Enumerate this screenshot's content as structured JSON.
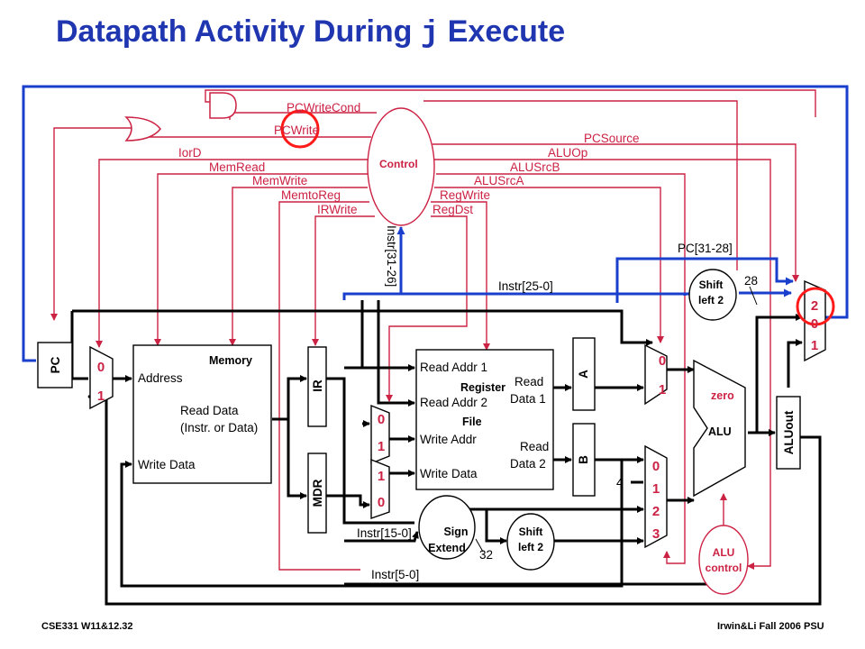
{
  "title": {
    "before": "Datapath Activity During ",
    "code": "j",
    "after": " Execute"
  },
  "colors": {
    "title": "#1f36b0",
    "control": "#cc2244",
    "active": "#1a3fcc",
    "datapath": "#000000"
  },
  "control": {
    "label": "Control",
    "signals": {
      "pcwritecond": "PCWriteCond",
      "pcwrite": "PCWrite",
      "iord": "IorD",
      "memread": "MemRead",
      "memwrite": "MemWrite",
      "memtoreg": "MemtoReg",
      "irwrite": "IRWrite",
      "pcsource": "PCSource",
      "aluop": "ALUOp",
      "alusrcb": "ALUSrcB",
      "alusrca": "ALUSrcA",
      "regwrite": "RegWrite",
      "regdst": "RegDst"
    }
  },
  "blocks": {
    "pc": "PC",
    "memory": {
      "title": "Memory",
      "address": "Address",
      "read_data": "Read Data",
      "read_data_sub": "(Instr. or Data)",
      "write_data": "Write Data"
    },
    "ir": "IR",
    "mdr": "MDR",
    "regfile": {
      "read_addr1": "Read Addr 1",
      "register": "Register",
      "read_addr2": "Read Addr 2",
      "file": "File",
      "write_addr": "Write Addr",
      "write_data": "Write Data",
      "read_data1_a": "Read",
      "read_data1_b": "Data 1",
      "read_data2_a": "Read",
      "read_data2_b": "Data 2"
    },
    "a": "A",
    "b": "B",
    "alu": "ALU",
    "zero": "zero",
    "aluout": "ALUout",
    "alu_control": {
      "line1": "ALU",
      "line2": "control"
    },
    "sign_extend": {
      "line1": "Sign",
      "line2": "Extend"
    },
    "shift_left_bottom": {
      "line1": "Shift",
      "line2": "left 2"
    },
    "shift_left_top": {
      "line1": "Shift",
      "line2": "left 2"
    }
  },
  "mux_labels": {
    "pc_mux": [
      "0",
      "1"
    ],
    "regdst_mux": [
      "0",
      "1"
    ],
    "memtoreg_mux": [
      "1",
      "0"
    ],
    "alusrca_mux": [
      "0",
      "1"
    ],
    "alusrcb_mux": [
      "0",
      "1",
      "2",
      "3"
    ],
    "pcsource_mux": [
      "2",
      "0",
      "1"
    ]
  },
  "wire_labels": {
    "instr_31_26": "Instr[31-26]",
    "instr_25_0": "Instr[25-0]",
    "pc_31_28": "PC[31-28]",
    "bits_28": "28",
    "instr_15_0": "Instr[15-0]",
    "bits_32": "32",
    "instr_5_0": "Instr[5-0]",
    "const_4": "4"
  },
  "footer": {
    "left": "CSE331  W11&12.32",
    "right": "Irwin&Li Fall 2006 PSU"
  }
}
